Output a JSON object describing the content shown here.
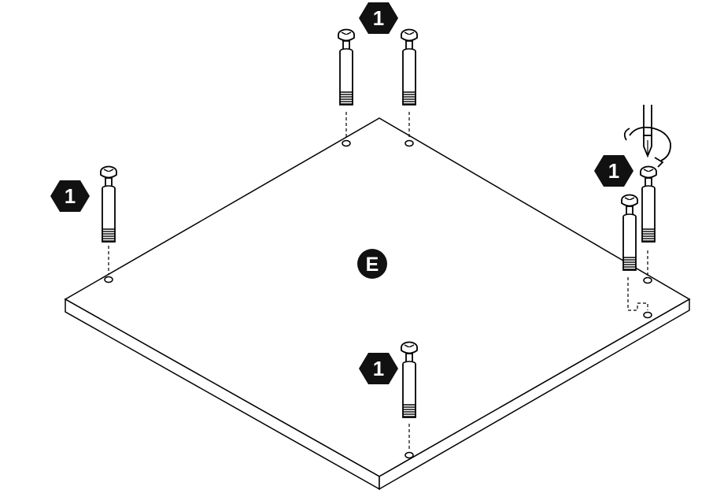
{
  "diagram": {
    "panel_label": "E",
    "part_callouts": [
      "1",
      "1",
      "1",
      "1"
    ],
    "colors": {
      "line": "#000000",
      "fill": "#ffffff",
      "badge": "#111111",
      "badge_text": "#ffffff"
    },
    "icons": {
      "tool": "screwdriver-icon",
      "rotation": "rotate-arrow-icon",
      "bolt": "cam-bolt-icon"
    }
  }
}
